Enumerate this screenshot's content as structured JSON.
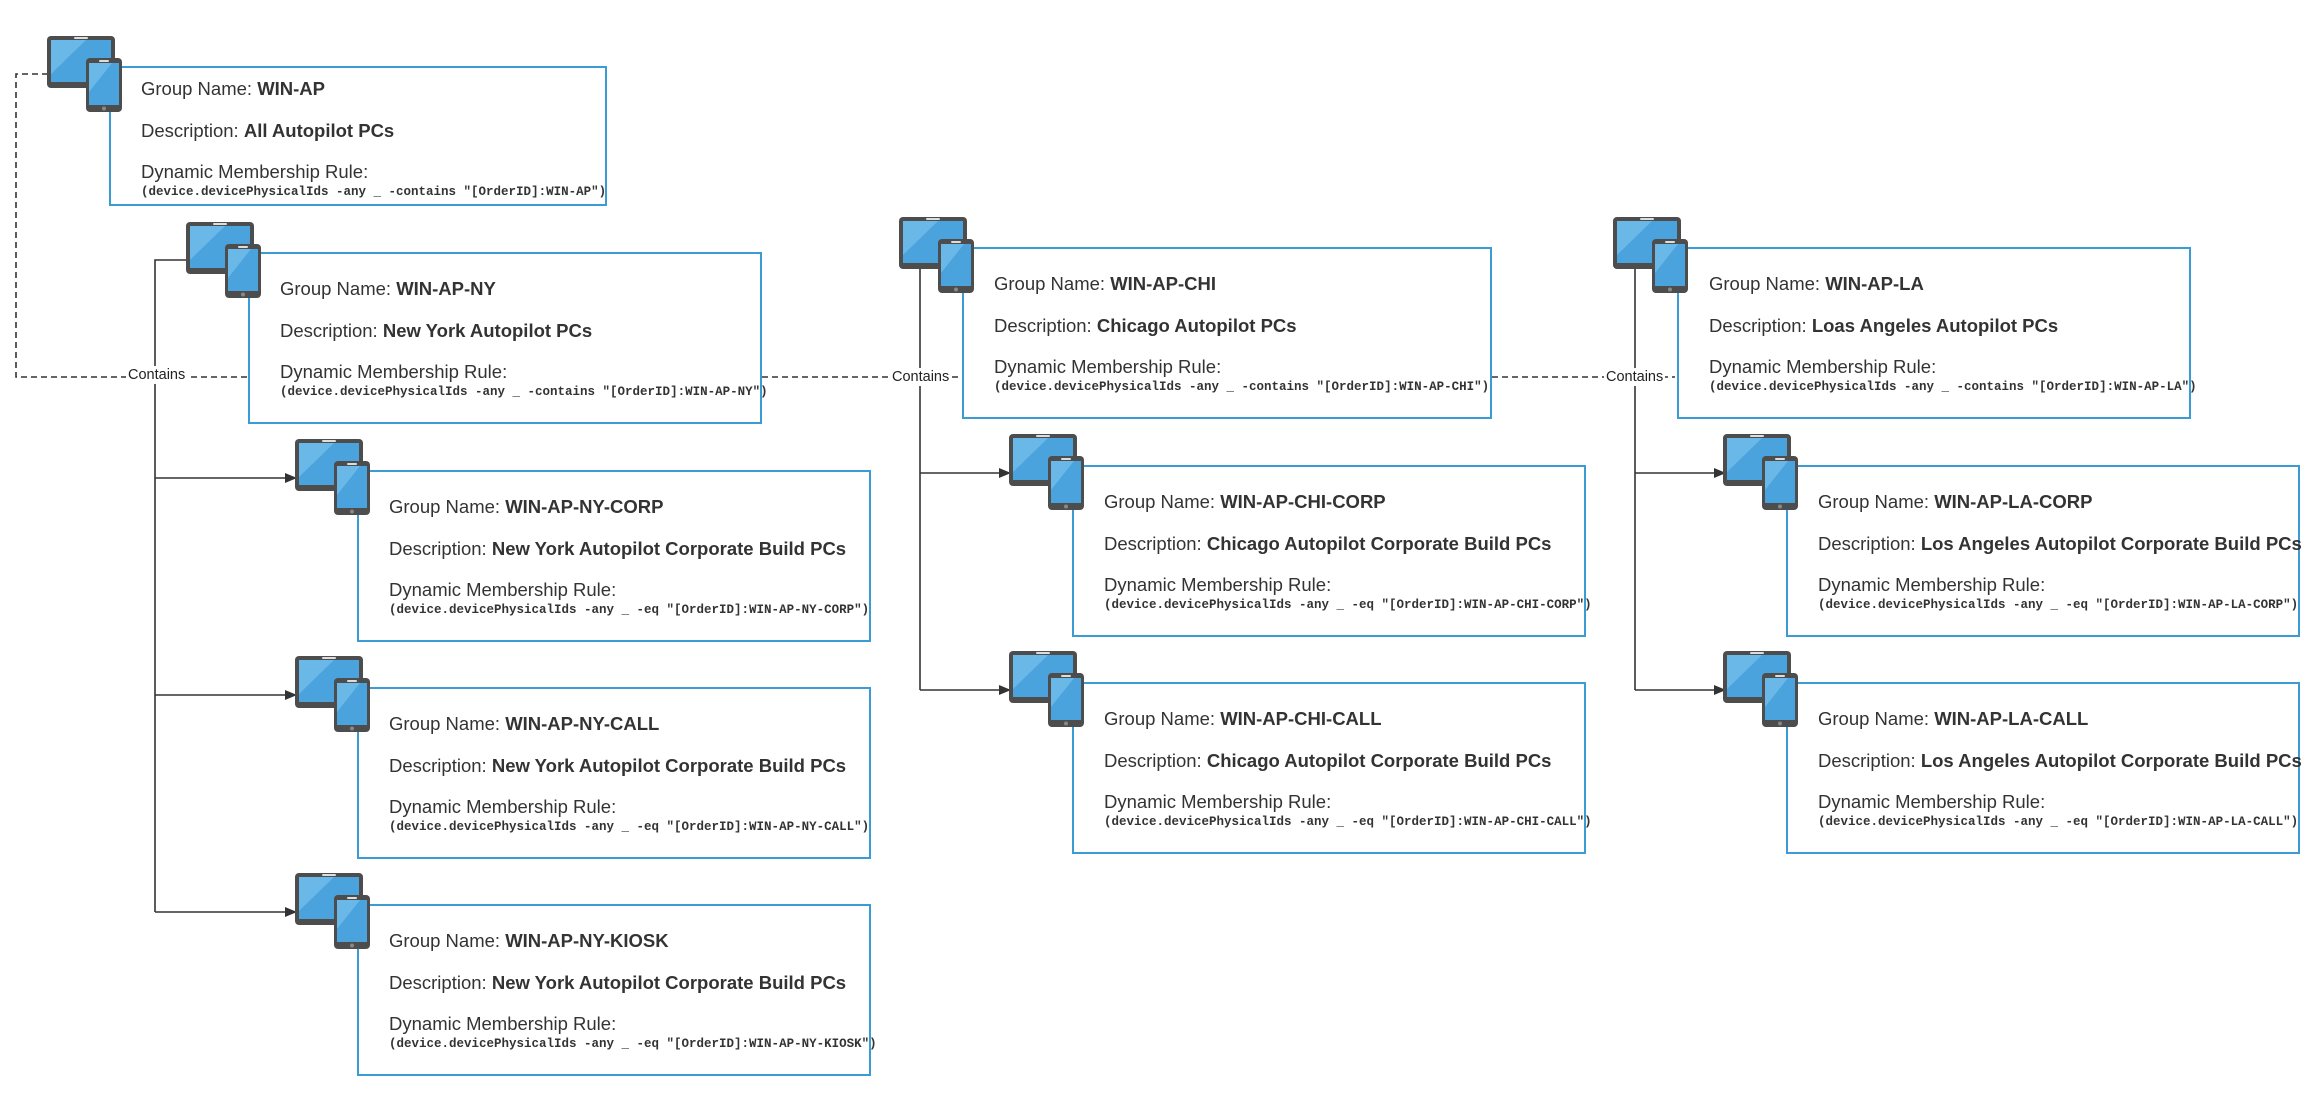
{
  "colors": {
    "box_border": "#3a9bd5",
    "connector": "#333333",
    "device_screen": "#4aa3dc",
    "device_body": "#4d4d4d"
  },
  "icon": "laptop-tablet-icon",
  "labels": {
    "group_name": "Group Name:",
    "description": "Description:",
    "rule": "Dynamic Membership Rule:",
    "contains": "Contains"
  },
  "groups": [
    {
      "id": "win-ap",
      "name": "WIN-AP",
      "description": "All Autopilot PCs",
      "rule": "(device.devicePhysicalIds -any _ -contains \"[OrderID]:WIN-AP\")"
    },
    {
      "id": "win-ap-ny",
      "name": "WIN-AP-NY",
      "description": "New York Autopilot PCs",
      "rule": "(device.devicePhysicalIds -any _ -contains \"[OrderID]:WIN-AP-NY\")"
    },
    {
      "id": "win-ap-ny-corp",
      "name": "WIN-AP-NY-CORP",
      "description": "New York Autopilot Corporate Build PCs",
      "rule": "(device.devicePhysicalIds -any _ -eq \"[OrderID]:WIN-AP-NY-CORP\")"
    },
    {
      "id": "win-ap-ny-call",
      "name": "WIN-AP-NY-CALL",
      "description": "New York Autopilot Corporate Build PCs",
      "rule": "(device.devicePhysicalIds -any _ -eq \"[OrderID]:WIN-AP-NY-CALL\")"
    },
    {
      "id": "win-ap-ny-kiosk",
      "name": "WIN-AP-NY-KIOSK",
      "description": "New York Autopilot Corporate Build PCs",
      "rule": "(device.devicePhysicalIds -any _ -eq \"[OrderID]:WIN-AP-NY-KIOSK\")"
    },
    {
      "id": "win-ap-chi",
      "name": "WIN-AP-CHI",
      "description": "Chicago Autopilot PCs",
      "rule": "(device.devicePhysicalIds -any _ -contains \"[OrderID]:WIN-AP-CHI\")"
    },
    {
      "id": "win-ap-chi-corp",
      "name": "WIN-AP-CHI-CORP",
      "description": "Chicago Autopilot Corporate Build PCs",
      "rule": "(device.devicePhysicalIds -any _ -eq \"[OrderID]:WIN-AP-CHI-CORP\")"
    },
    {
      "id": "win-ap-chi-call",
      "name": "WIN-AP-CHI-CALL",
      "description": "Chicago Autopilot Corporate Build PCs",
      "rule": "(device.devicePhysicalIds -any _ -eq \"[OrderID]:WIN-AP-CHI-CALL\")"
    },
    {
      "id": "win-ap-la",
      "name": "WIN-AP-LA",
      "description": "Loas Angeles Autopilot PCs",
      "rule": "(device.devicePhysicalIds -any _ -contains \"[OrderID]:WIN-AP-LA\")"
    },
    {
      "id": "win-ap-la-corp",
      "name": "WIN-AP-LA-CORP",
      "description": "Los Angeles Autopilot Corporate Build PCs",
      "rule": "(device.devicePhysicalIds -any _ -eq \"[OrderID]:WIN-AP-LA-CORP\")"
    },
    {
      "id": "win-ap-la-call",
      "name": "WIN-AP-LA-CALL",
      "description": "Los Angeles Autopilot Corporate Build PCs",
      "rule": "(device.devicePhysicalIds -any _ -eq \"[OrderID]:WIN-AP-LA-CALL\")"
    }
  ]
}
